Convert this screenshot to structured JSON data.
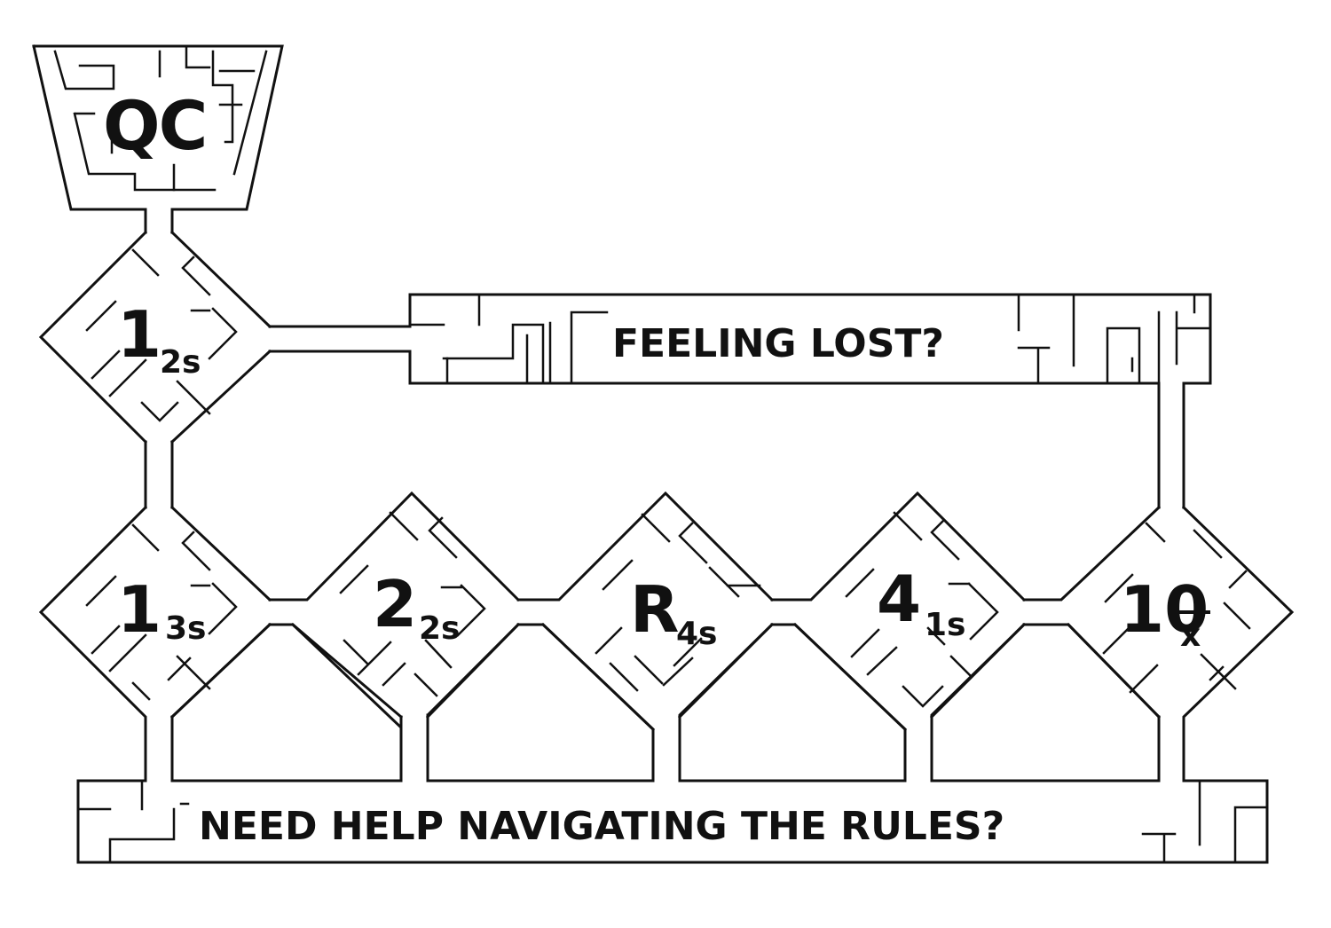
{
  "title": "QC",
  "banner_top": "FEELING LOST?",
  "banner_bottom": "NEED HELP NAVIGATING THE RULES?",
  "nodes": [
    {
      "main": "1",
      "sub": "2s"
    },
    {
      "main": "1",
      "sub": "3s"
    },
    {
      "main": "2",
      "sub": "2s"
    },
    {
      "main": "R",
      "sub": "4s"
    },
    {
      "main": "4",
      "sub": "1s"
    },
    {
      "main": "10",
      "sub": "x"
    }
  ],
  "colors": {
    "ink": "#111111",
    "background": "#ffffff"
  }
}
